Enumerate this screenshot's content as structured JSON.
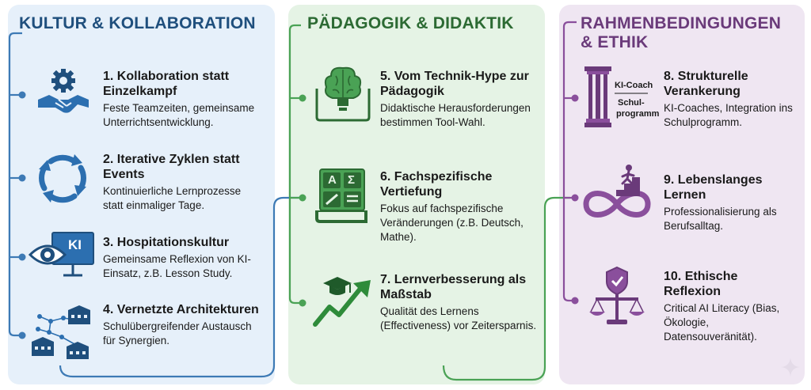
{
  "columns": [
    {
      "title": "KULTUR & KOLLABORATION",
      "accent": "#1f4f7d",
      "line_color": "#3d7ab5",
      "items": [
        {
          "title": "1. Kollaboration statt Einzelkampf",
          "desc": "Feste Teamzeiten, gemeinsame Unterrichtsentwicklung.",
          "icon": "handshake-gear-icon"
        },
        {
          "title": "2. Iterative Zyklen statt Events",
          "desc": "Kontinuierliche Lernprozesse statt einmaliger Tage.",
          "icon": "cycle-arrows-icon"
        },
        {
          "title": "3. Hospitationskultur",
          "desc": "Gemeinsame Reflexion von KI-Einsatz, z.B. Lesson Study.",
          "icon": "eye-ki-board-icon",
          "icon_text": "KI"
        },
        {
          "title": "4. Vernetzte Architekturen",
          "desc": "Schulübergreifender Austausch für Synergien.",
          "icon": "school-network-icon"
        }
      ]
    },
    {
      "title": "PÄDAGOGIK & DIDAKTIK",
      "accent": "#2c6a33",
      "line_color": "#4aa255",
      "items": [
        {
          "title": "5. Vom Technik-Hype zur Pädagogik",
          "desc": "Didaktische Herausforderungen bestimmen Tool-Wahl.",
          "icon": "brain-tablet-icon"
        },
        {
          "title": "6. Fachspezifische Vertiefung",
          "desc": "Fokus auf fachspezifische Veränderungen (z.B. Deutsch, Mathe).",
          "icon": "subject-book-icon",
          "icon_text": [
            "A",
            "Σ"
          ]
        },
        {
          "title": "7. Lernverbesserung als Maßstab",
          "desc": "Qualität des Lernens (Effectiveness) vor Zeitersparnis.",
          "icon": "graduation-growth-icon"
        }
      ]
    },
    {
      "title": "RAHMENBEDINGUNGEN & ETHIK",
      "accent": "#6a3a7a",
      "line_color": "#8a4f9c",
      "items": [
        {
          "title": "8. Strukturelle Verankerung",
          "desc": "KI-Coaches, Integration ins Schulprogramm.",
          "icon": "pillar-icon",
          "icon_text": [
            "KI-Coach",
            "Schul-",
            "programm"
          ]
        },
        {
          "title": "9. Lebenslanges Lernen",
          "desc": "Professionalisierung als Berufsalltag.",
          "icon": "infinity-climber-icon"
        },
        {
          "title": "10. Ethische Reflexion",
          "desc": "Critical AI Literacy (Bias, Ökologie, Datensouveränität).",
          "icon": "shield-scale-icon"
        }
      ]
    }
  ]
}
